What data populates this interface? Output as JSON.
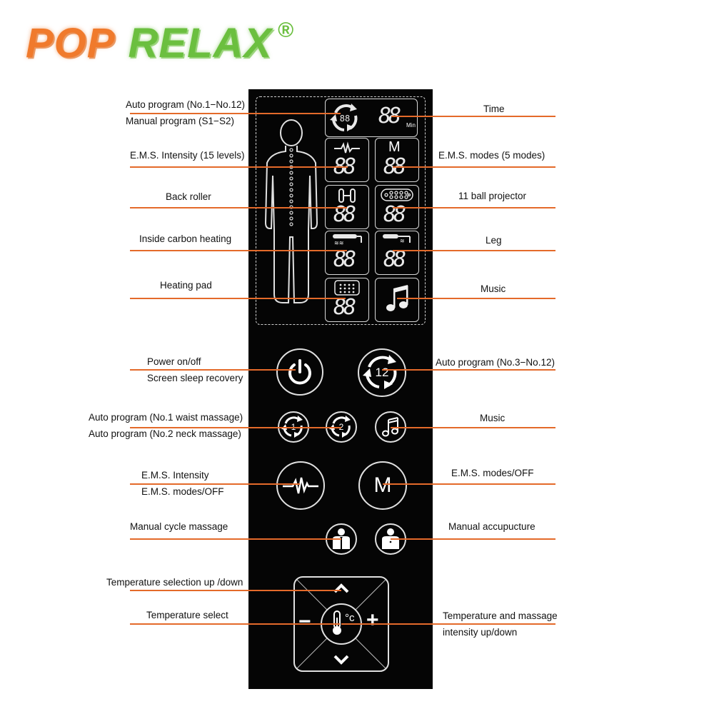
{
  "brand": {
    "pop": "POP",
    "relax": "RELAX",
    "registered": "®"
  },
  "colors": {
    "panel": "#050505",
    "leader_line": "#e46a2a",
    "brand_orange": "#f07a2c",
    "brand_green": "#6bbf3f"
  },
  "display": {
    "digits": "88",
    "time_unit": "Min",
    "ems_mode_letter": "M"
  },
  "labels": {
    "auto_program_1_12": "Auto program (No.1−No.12)",
    "manual_program": "Manual program (S1−S2)",
    "time": "Time",
    "ems_intensity_15": "E.M.S. Intensity (15 levels)",
    "ems_modes_5": "E.M.S. modes (5 modes)",
    "back_roller": "Back roller",
    "ball_projector": "11 ball projector",
    "inside_carbon_heating": "Inside carbon heating",
    "leg": "Leg",
    "heating_pad": "Heating pad",
    "music_display": "Music",
    "power": "Power on/off",
    "screen_sleep": "Screen sleep recovery",
    "auto_program_3_12": "Auto program (No.3−No.12)",
    "auto_program_1": "Auto program (No.1 waist massage)",
    "auto_program_2": "Auto program (No.2 neck massage)",
    "music_button": "Music",
    "ems_intensity": "E.M.S. Intensity",
    "ems_modes_off_left": "E.M.S. modes/OFF",
    "ems_modes_off_right": "E.M.S. modes/OFF",
    "manual_cycle": "Manual cycle massage",
    "manual_acupuncture": "Manual accupucture",
    "temp_up_down": "Temperature selection up /down",
    "temp_select": "Temperature select",
    "temp_intensity_1": "Temperature and massage",
    "temp_intensity_2": "intensity up/down"
  },
  "buttons": {
    "auto_12_number": "12",
    "auto_1_number": "1",
    "auto_2_number": "2",
    "ems_mode_letter": "M",
    "temp_unit": "°c",
    "minus": "−",
    "plus": "+"
  },
  "icons": [
    "cycle-arrows-icon",
    "human-body-icon",
    "ems-wave-icon",
    "back-roller-icon",
    "ball-projector-icon",
    "carbon-heating-icon",
    "leg-heating-icon",
    "heating-pad-icon",
    "music-note-icon",
    "power-icon",
    "thermometer-icon",
    "chevron-up-icon",
    "chevron-down-icon",
    "person-icon"
  ]
}
